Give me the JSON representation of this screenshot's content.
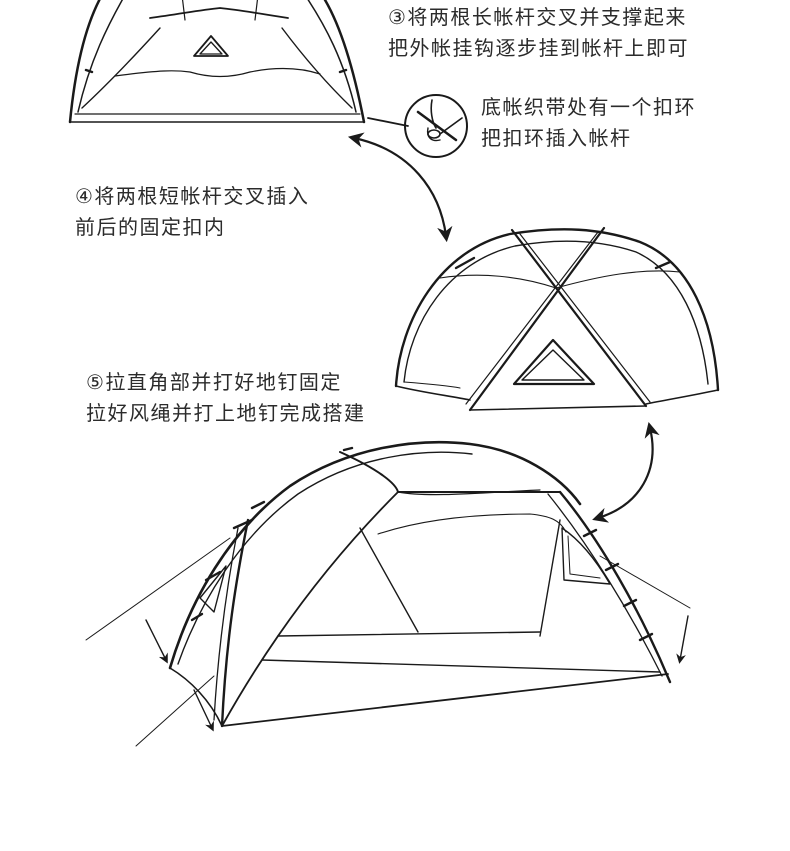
{
  "steps": {
    "step3": {
      "line1": "③将两根长帐杆交叉并支撑起来",
      "line2": "把外帐挂钩逐步挂到帐杆上即可"
    },
    "clip_note": {
      "line1": "底帐织带处有一个扣环",
      "line2": "把扣环插入帐杆"
    },
    "step4": {
      "line1": "④将两根短帐杆交叉插入",
      "line2": "前后的固定扣内"
    },
    "step5": {
      "line1": "⑤拉直角部并打好地钉固定",
      "line2": "拉好风绳并打上地钉完成搭建"
    }
  },
  "colors": {
    "line": "#1a1a1a",
    "text": "#2b2b2b",
    "background": "#ffffff"
  }
}
